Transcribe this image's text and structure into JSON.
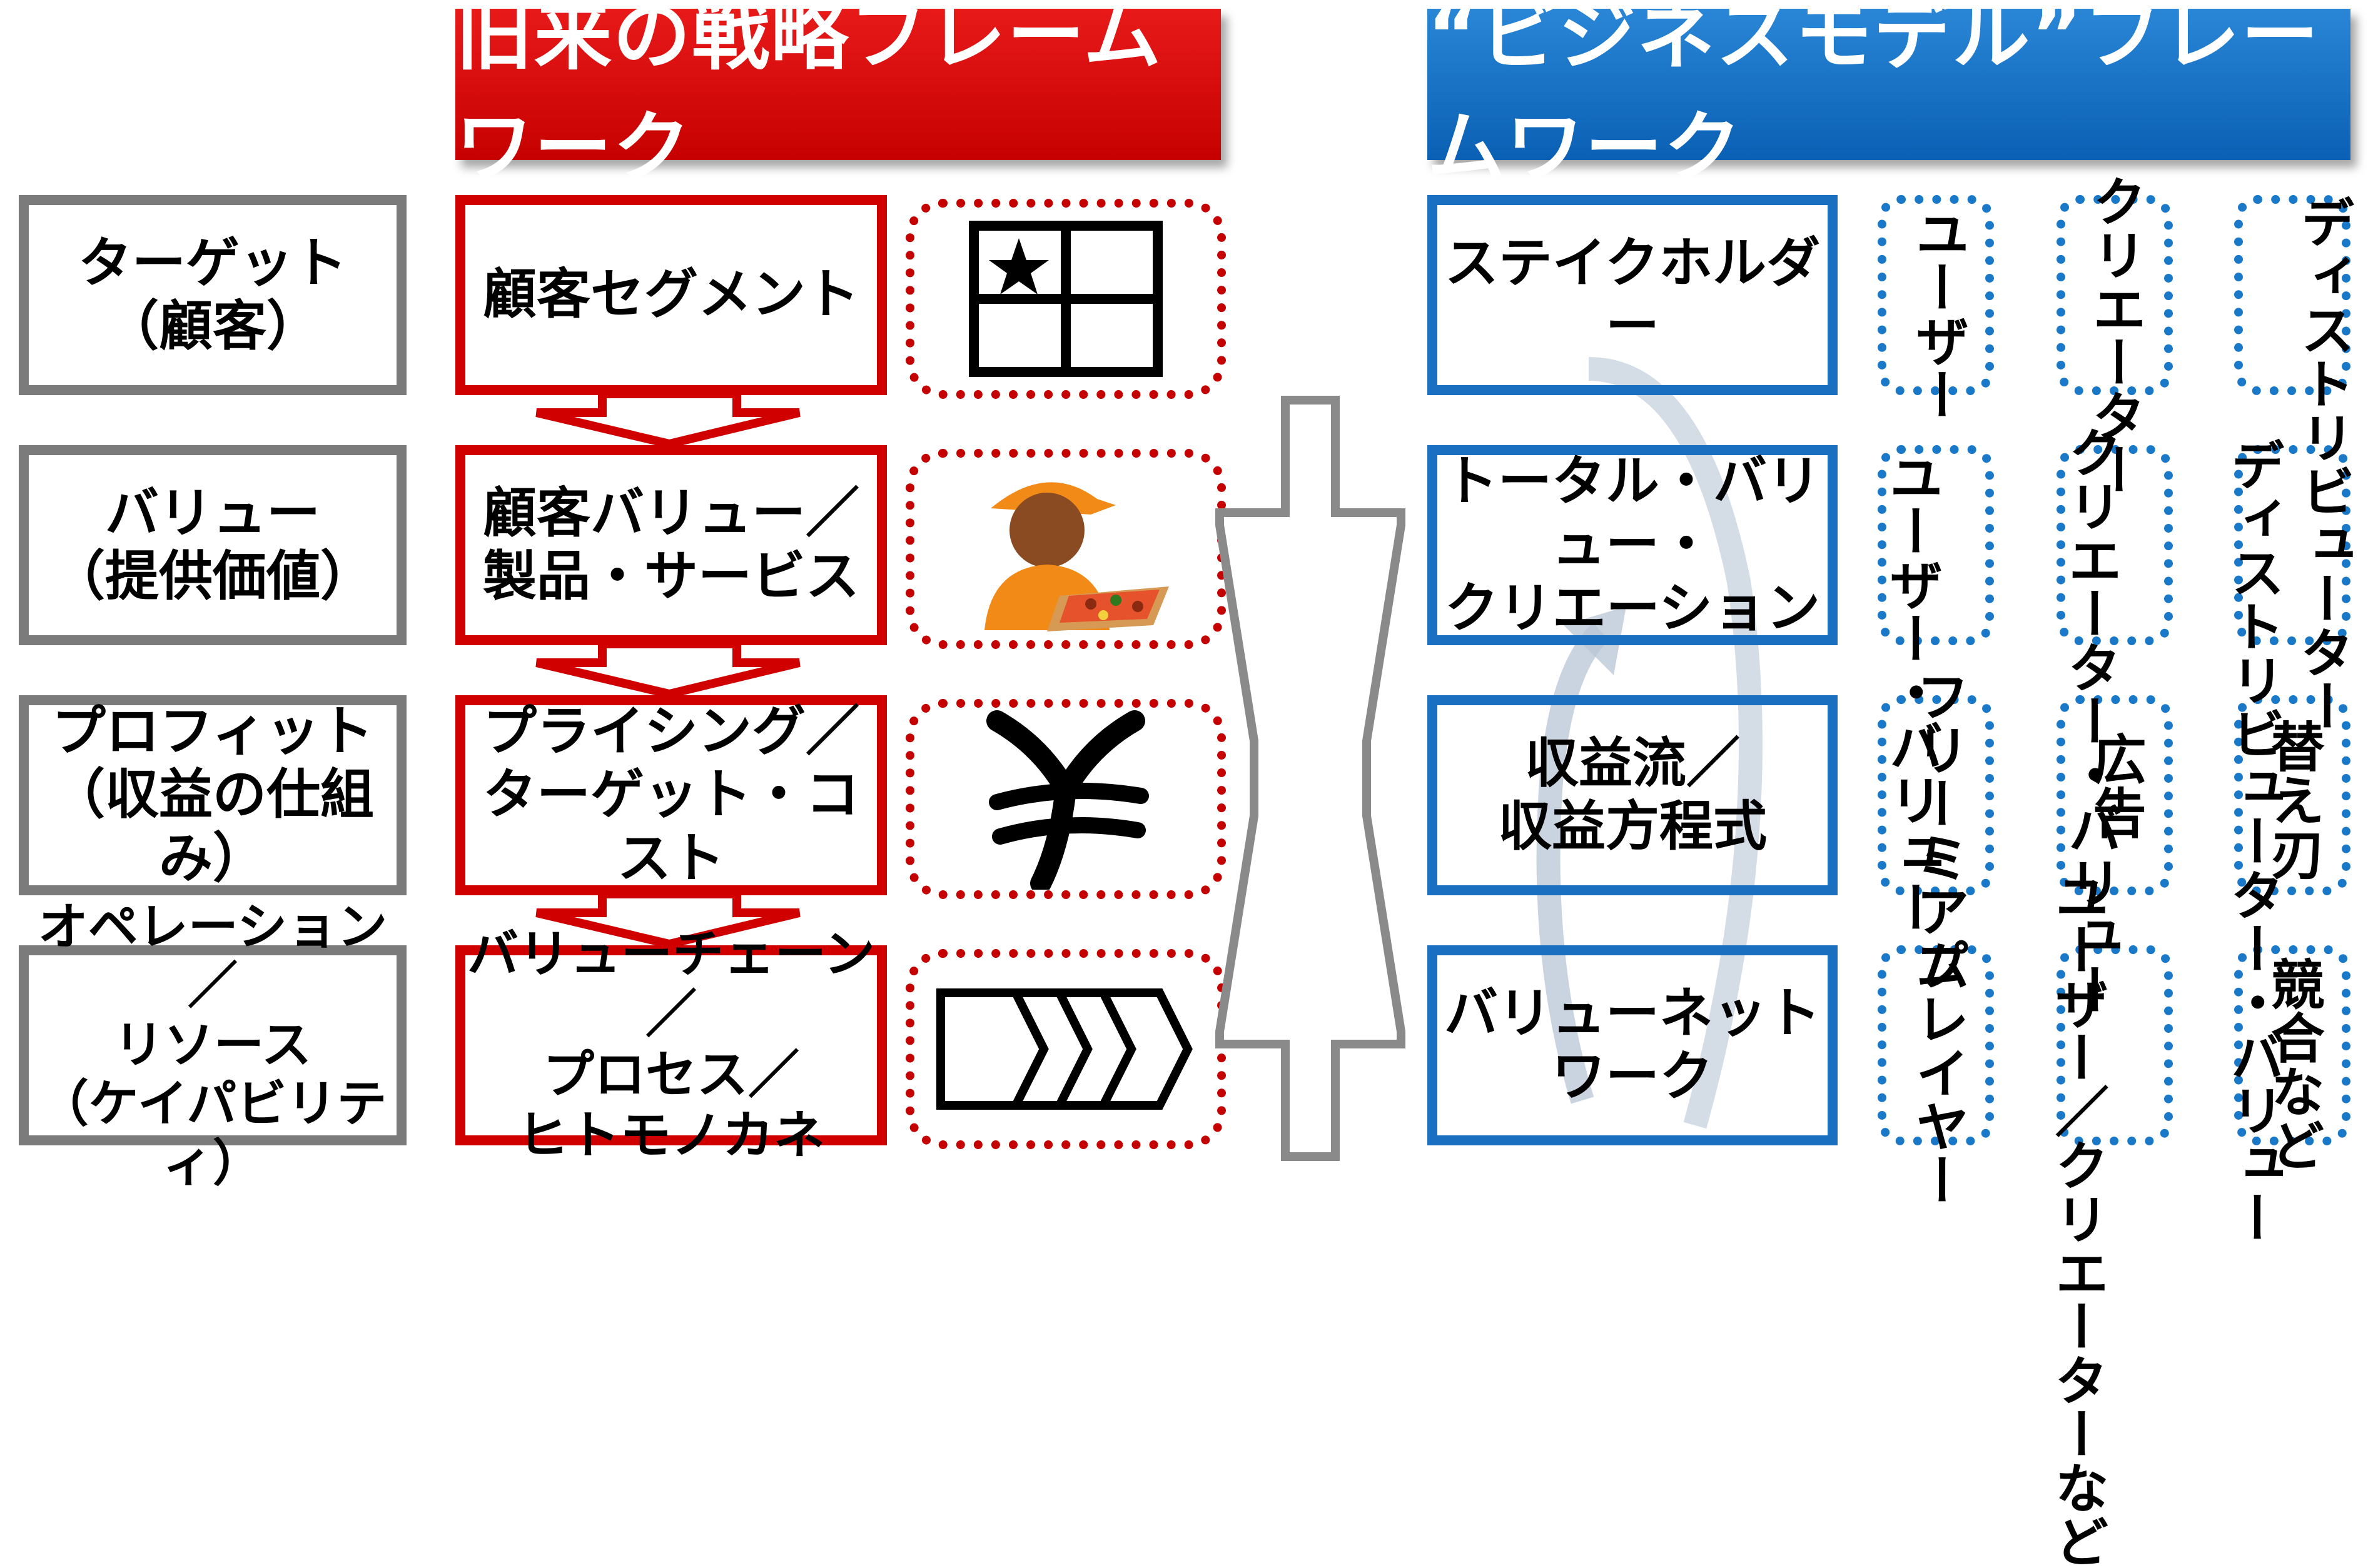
{
  "headers": {
    "left": "旧来の戦略フレームワーク",
    "right": "“ビジネスモデル”フレームワーク"
  },
  "left_rows": [
    {
      "label": [
        "ターゲット",
        "（顧客）"
      ],
      "content": [
        "顧客セグメント"
      ],
      "icon": "grid-star-icon"
    },
    {
      "label": [
        "バリュー",
        "（提供価値）"
      ],
      "content": [
        "顧客バリュー／",
        "製品・サービス"
      ],
      "icon": "pizza-delivery-icon"
    },
    {
      "label": [
        "プロフィット",
        "（収益の仕組み）"
      ],
      "content": [
        "プライシング／",
        "ターゲット・コスト"
      ],
      "icon": "yen-icon"
    },
    {
      "label": [
        "オペレーション／",
        "リソース",
        "（ケイパビリティ）"
      ],
      "content": [
        "バリューチェーン／",
        "プロセス／",
        "ヒトモノカネ"
      ],
      "icon": "chevron-chain-icon"
    }
  ],
  "right_rows": [
    {
      "label": [
        "ステイクホルダー"
      ]
    },
    {
      "label": [
        "トータル・バリュー・",
        "クリエーション"
      ]
    },
    {
      "label": [
        "収益流／",
        "収益方程式"
      ]
    },
    {
      "label": [
        "バリューネットワーク"
      ]
    }
  ],
  "examples": {
    "r1": [
      "ユーザー",
      "クリエーター",
      "ディストリビューター"
    ],
    "r2": [
      "ユーザー・バリュー",
      "クリエーター・バリュー",
      "ディストリビューター・バリュー"
    ],
    "r3": [
      "フリーミアム",
      "広告",
      "替え刃"
    ],
    "r4": [
      "プレイヤー",
      "ユーザー／クリエーターなど",
      "競合など"
    ]
  },
  "colors": {
    "red": "#d10000",
    "blue": "#1a6fc0",
    "gray": "#7b7b7b"
  }
}
